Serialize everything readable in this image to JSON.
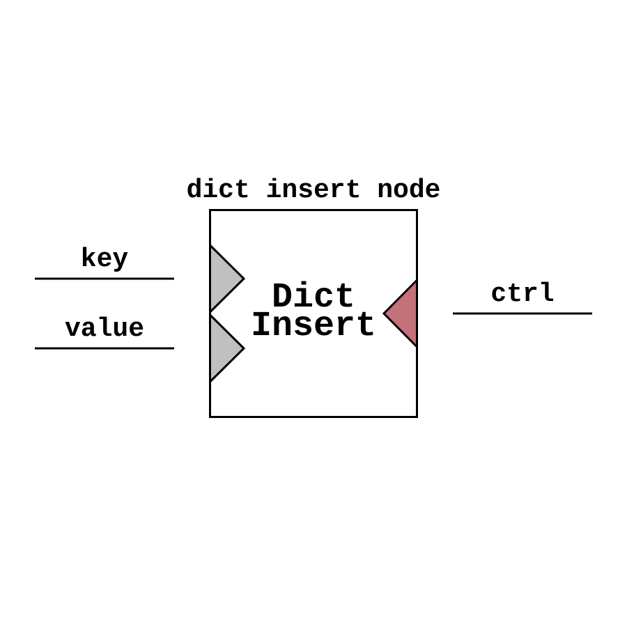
{
  "title": "dict insert node",
  "node": {
    "line1": "Dict",
    "line2": "Insert"
  },
  "inputs": [
    {
      "label": "key"
    },
    {
      "label": "value"
    }
  ],
  "outputs": [
    {
      "label": "ctrl"
    }
  ],
  "colors": {
    "input_port": "#c0c0c0",
    "output_port": "#c4727a",
    "stroke": "#000000"
  }
}
